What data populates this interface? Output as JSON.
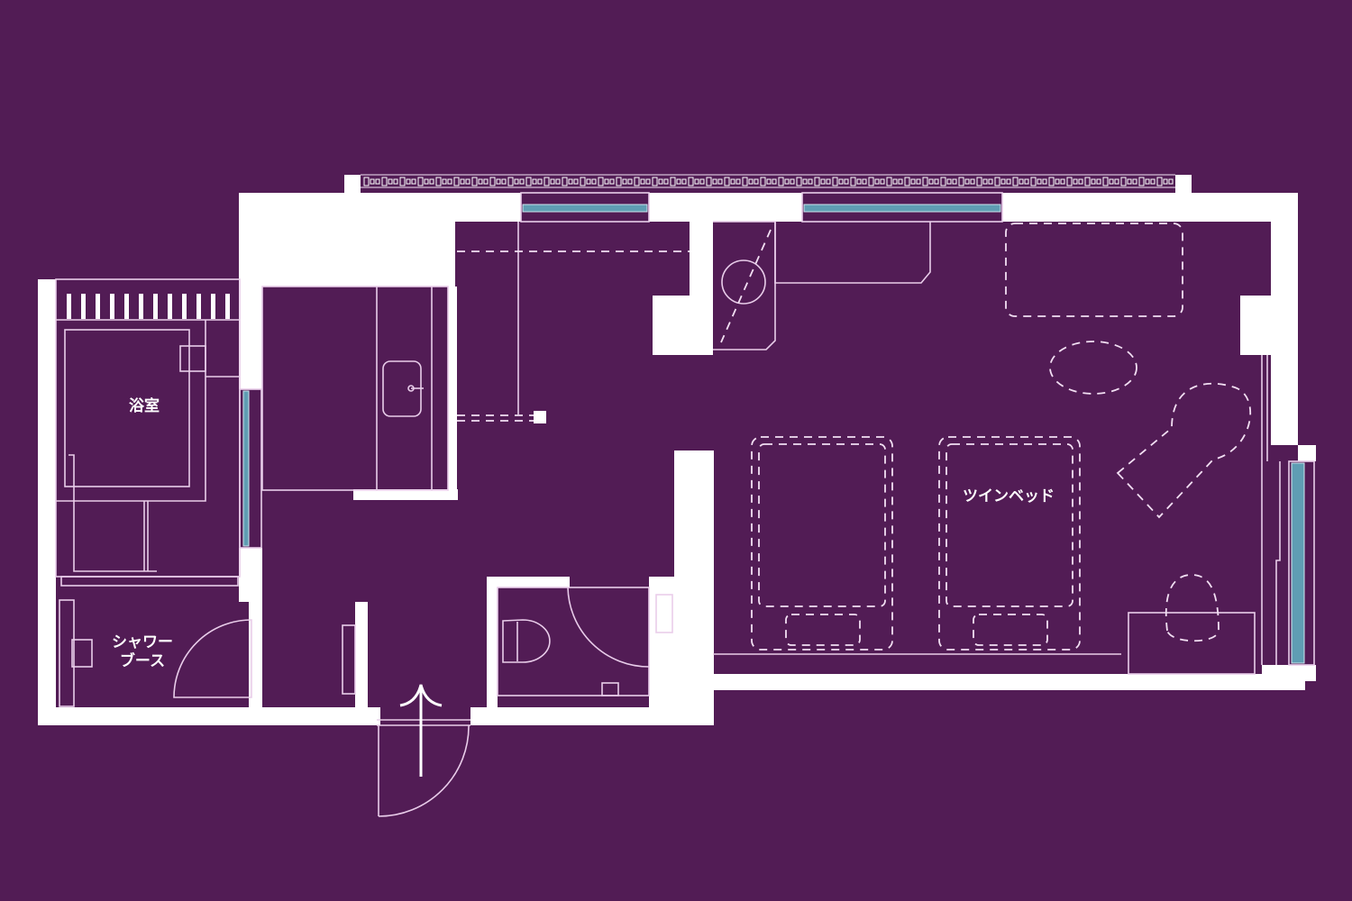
{
  "plan": {
    "type": "floor-plan",
    "room_type": "twin",
    "background_color": "#521c55",
    "wall_color": "#ffffff",
    "line_color": "#e9cdea",
    "window_glass_color": "#5f9db3"
  },
  "labels": {
    "bathroom": "浴室",
    "shower_booth_line1": "シャワー",
    "shower_booth_line2": "ブース",
    "twin_bed": "ツインベッド"
  },
  "entrance": {
    "icon": "entry-arrow-icon"
  }
}
